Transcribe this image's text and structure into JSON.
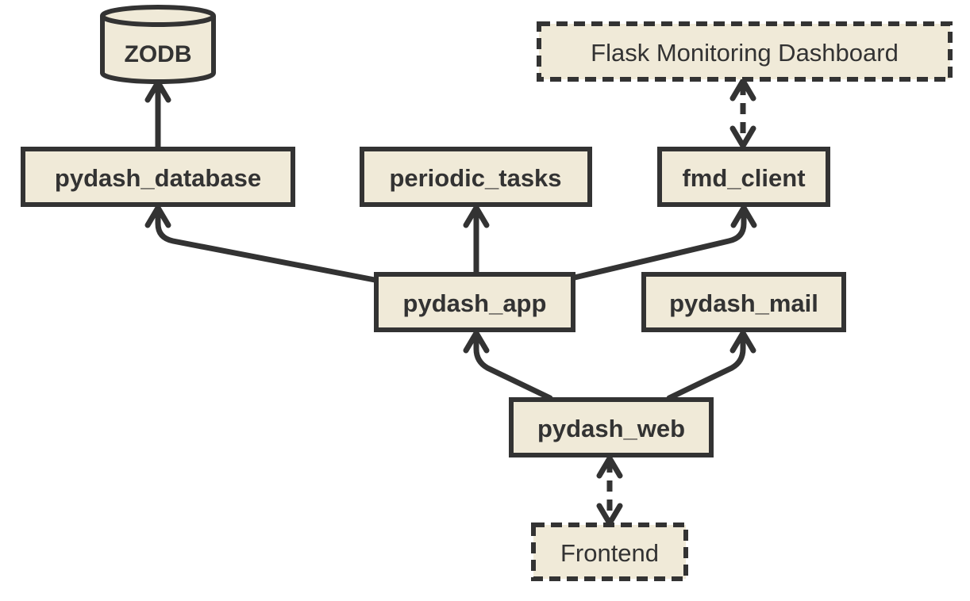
{
  "colors": {
    "node_fill": "#f0ead8",
    "stroke": "#333333",
    "text": "#333333",
    "background": "#ffffff"
  },
  "nodes": {
    "zodb": {
      "label": "ZODB",
      "shape": "cylinder",
      "style": "solid"
    },
    "flask_monitoring_dashboard": {
      "label": "Flask Monitoring Dashboard",
      "shape": "box",
      "style": "dashed"
    },
    "pydash_database": {
      "label": "pydash_database",
      "shape": "box",
      "style": "solid"
    },
    "periodic_tasks": {
      "label": "periodic_tasks",
      "shape": "box",
      "style": "solid"
    },
    "fmd_client": {
      "label": "fmd_client",
      "shape": "box",
      "style": "solid"
    },
    "pydash_app": {
      "label": "pydash_app",
      "shape": "box",
      "style": "solid"
    },
    "pydash_mail": {
      "label": "pydash_mail",
      "shape": "box",
      "style": "solid"
    },
    "pydash_web": {
      "label": "pydash_web",
      "shape": "box",
      "style": "solid"
    },
    "frontend": {
      "label": "Frontend",
      "shape": "box",
      "style": "dashed"
    }
  },
  "edges": [
    {
      "from": "pydash_database",
      "to": "zodb",
      "style": "solid",
      "direction": "forward"
    },
    {
      "from": "fmd_client",
      "to": "flask_monitoring_dashboard",
      "style": "dashed",
      "direction": "both"
    },
    {
      "from": "pydash_app",
      "to": "pydash_database",
      "style": "solid",
      "direction": "forward"
    },
    {
      "from": "pydash_app",
      "to": "periodic_tasks",
      "style": "solid",
      "direction": "forward"
    },
    {
      "from": "pydash_app",
      "to": "fmd_client",
      "style": "solid",
      "direction": "forward"
    },
    {
      "from": "pydash_web",
      "to": "pydash_app",
      "style": "solid",
      "direction": "forward"
    },
    {
      "from": "pydash_web",
      "to": "pydash_mail",
      "style": "solid",
      "direction": "forward"
    },
    {
      "from": "pydash_web",
      "to": "frontend",
      "style": "dashed",
      "direction": "both"
    }
  ]
}
